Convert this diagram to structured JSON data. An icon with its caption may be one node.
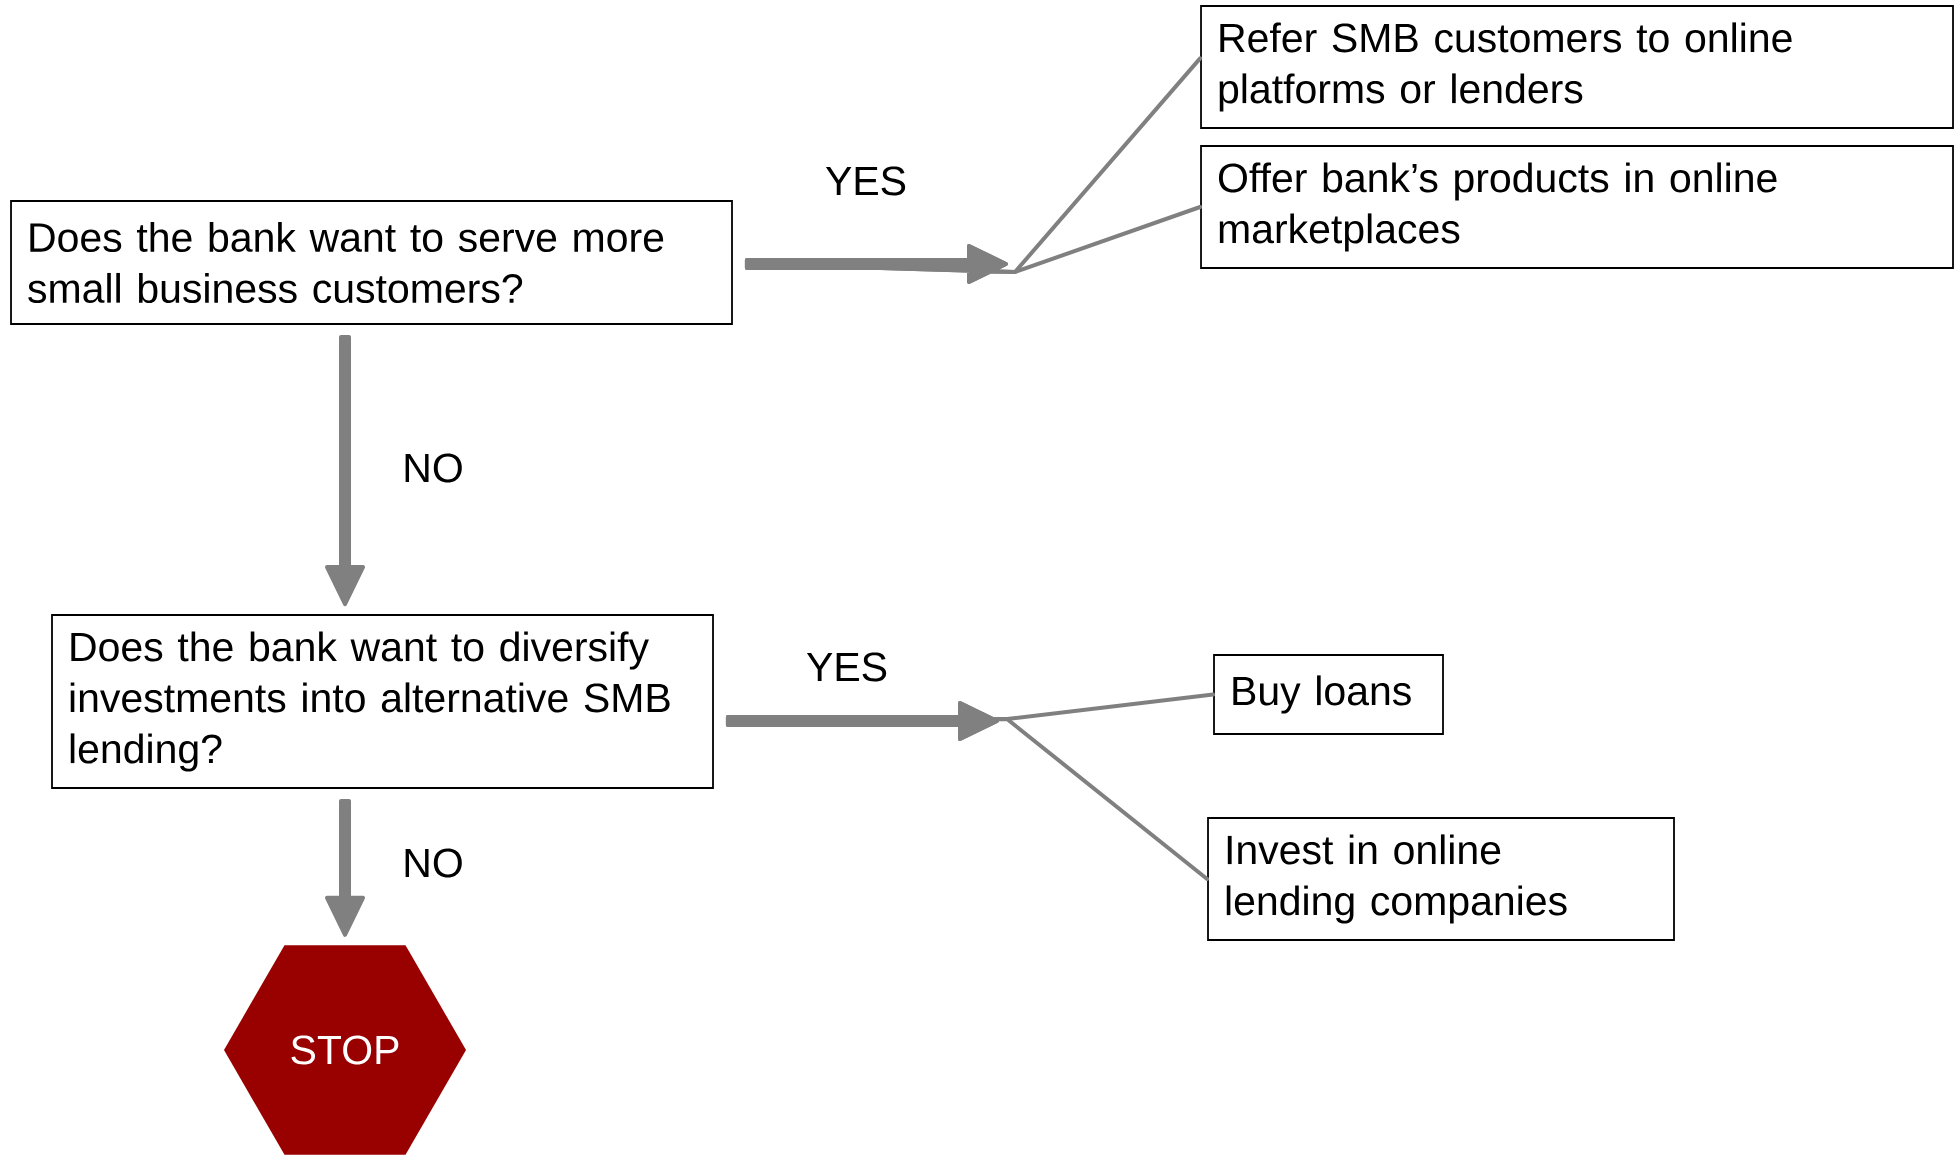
{
  "diagram": {
    "nodes": [
      {
        "text": [
          "Does the bank want to serve more small business customers?"
        ]
      },
      {
        "text": [
          "Refer SMB customers to online platforms or lenders"
        ]
      },
      {
        "text": [
          "Offer bank’s products in online marketplaces"
        ]
      },
      {
        "text": [
          "Does the bank want to diversify investments into alternative SMB lending?"
        ]
      },
      {
        "text": [
          "Buy loans"
        ]
      },
      {
        "text": [
          "Invest in online lending companies"
        ]
      },
      {
        "text": [
          "STOP"
        ]
      }
    ],
    "edges": [
      {
        "from": 0,
        "to": 1,
        "arrow": "to",
        "label": "YES"
      },
      {
        "from": 0,
        "to": 2,
        "arrow": "to"
      },
      {
        "from": 0,
        "to": 3,
        "arrow": "to",
        "label": "NO"
      },
      {
        "from": 3,
        "to": 4,
        "arrow": "to",
        "label": "YES"
      },
      {
        "from": 3,
        "to": 5,
        "arrow": "to"
      },
      {
        "from": 3,
        "to": 6,
        "arrow": "to",
        "label": "NO"
      }
    ]
  }
}
